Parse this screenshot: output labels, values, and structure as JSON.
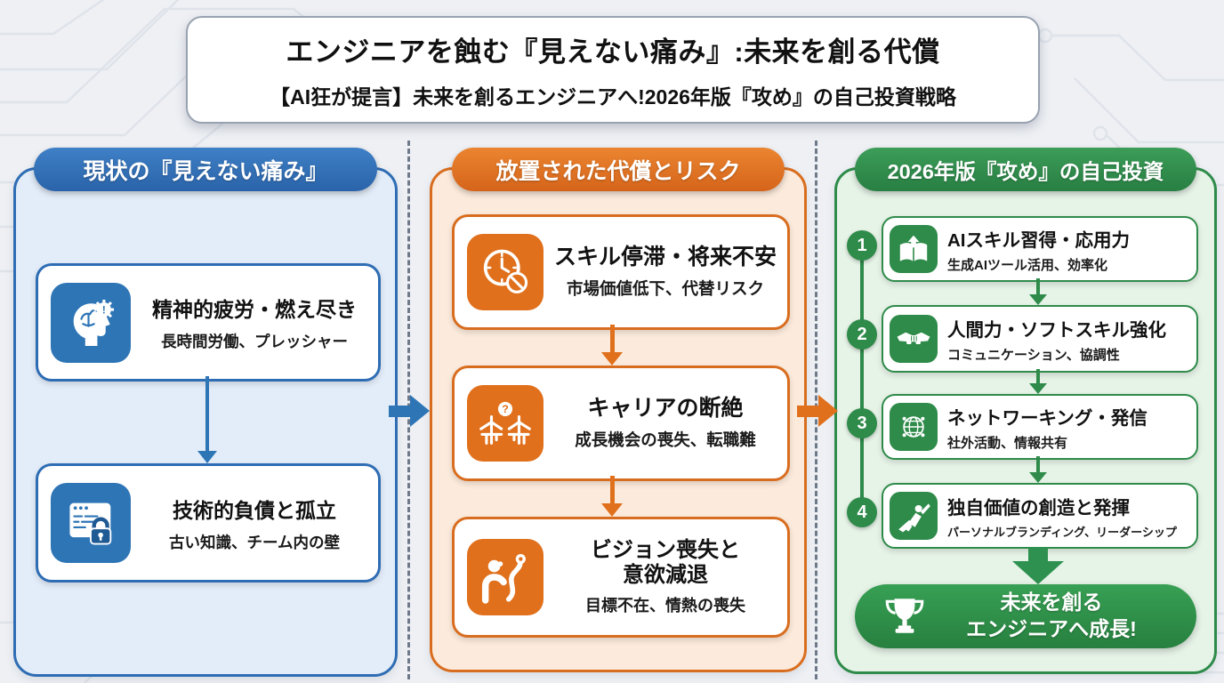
{
  "header": {
    "title": "エンジニアを蝕む『見えない痛み』:未来を創る代償",
    "subtitle": "【AI狂が提言】未来を創るエンジニアへ!2026年版『攻め』の自己投資戦略"
  },
  "current": {
    "header": "現状の『見えない痛み』",
    "cards": [
      {
        "icon": "burnout-brain-icon",
        "title": "精神的疲労・燃え尽き",
        "subtitle": "長時間労働、プレッシャー"
      },
      {
        "icon": "legacy-lock-icon",
        "title": "技術的負債と孤立",
        "subtitle": "古い知識、チーム内の壁"
      }
    ]
  },
  "risks": {
    "header": "放置された代償とリスク",
    "cards": [
      {
        "icon": "clock-ban-icon",
        "title": "スキル停滞・将来不安",
        "subtitle": "市場価値低下、代替リスク"
      },
      {
        "icon": "broken-bridge-icon",
        "title": "キャリアの断絶",
        "subtitle": "成長機会の喪失、転職難"
      },
      {
        "icon": "lost-path-icon",
        "title": "ビジョン喪失と\n意欲減退",
        "subtitle": "目標不在、情熱の喪失"
      }
    ]
  },
  "invest": {
    "header": "2026年版『攻め』の自己投資",
    "steps": [
      {
        "number": "1",
        "icon": "book-up-icon",
        "title": "AIスキル習得・応用力",
        "subtitle": "生成AIツール活用、効率化"
      },
      {
        "number": "2",
        "icon": "handshake-icon",
        "title": "人間力・ソフトスキル強化",
        "subtitle": "コミュニケーション、協調性"
      },
      {
        "number": "3",
        "icon": "globe-network-icon",
        "title": "ネットワーキング・発信",
        "subtitle": "社外活動、情報共有"
      },
      {
        "number": "4",
        "icon": "hero-flying-icon",
        "title": "独自価値の創造と発揮",
        "subtitle": "パーソナルブランディング、リーダーシップ"
      }
    ],
    "goal": "未来を創る\nエンジニアへ成長!"
  },
  "colors": {
    "blue": "#2e6db4",
    "orange": "#d96d1f",
    "green": "#2e8b4a",
    "background": "#eef0f4"
  }
}
